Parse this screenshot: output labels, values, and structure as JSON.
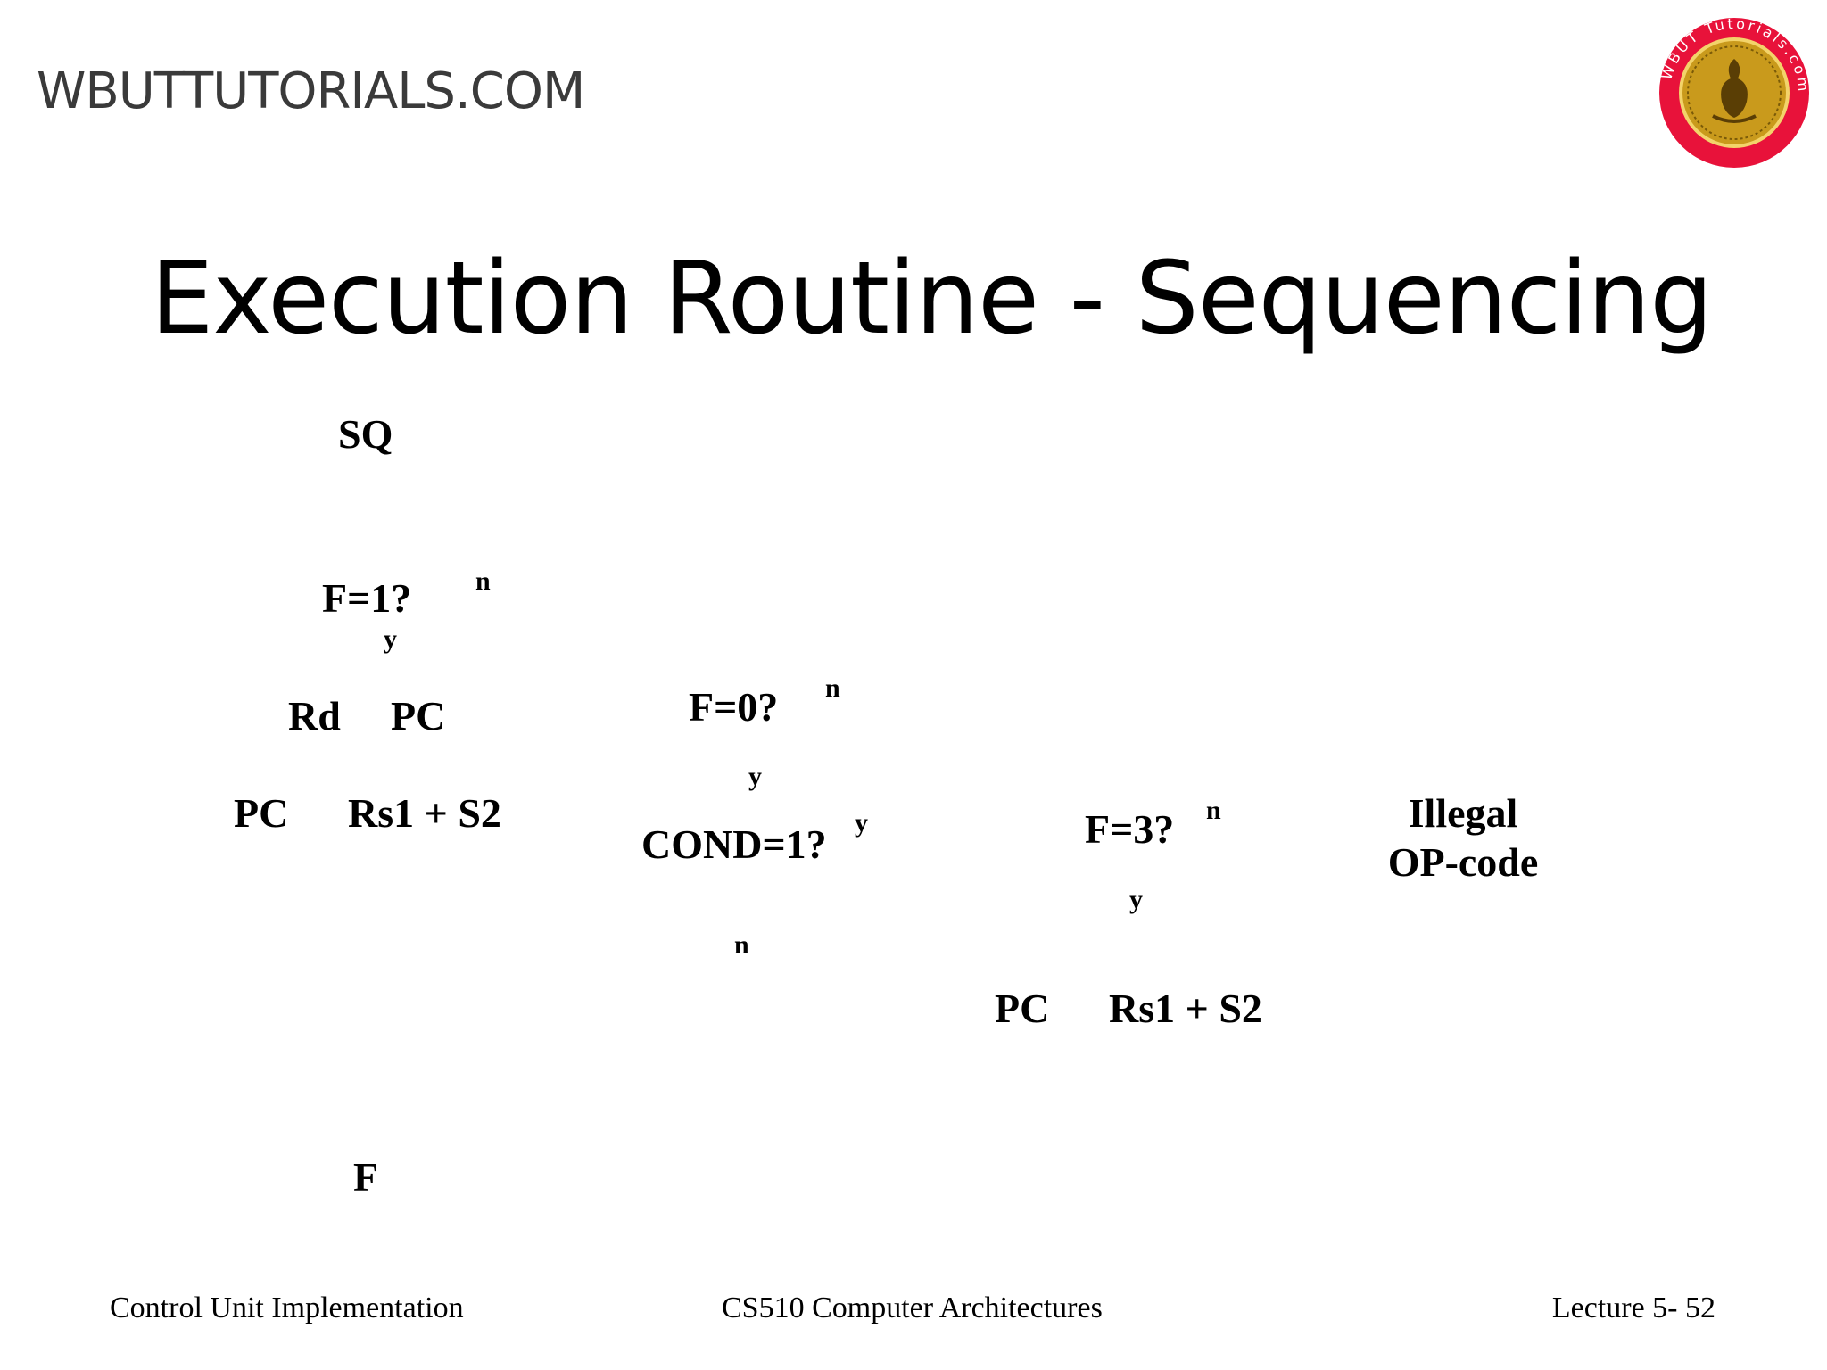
{
  "header": {
    "site_title": "WBUTTUTORIALS.COM",
    "logo_text": "WBUT Tutorials.com"
  },
  "slide": {
    "title": "Execution Routine - Sequencing"
  },
  "diagram": {
    "start": "SQ",
    "decision_f1": "F=1?",
    "f1_no": "n",
    "f1_yes": "y",
    "rd": "Rd",
    "pc_1": "PC",
    "pc_2": "PC",
    "rs1_s2_1": "Rs1 + S2",
    "decision_f0": "F=0?",
    "f0_no": "n",
    "f0_yes": "y",
    "decision_cond": "COND=1?",
    "cond_yes": "y",
    "cond_no": "n",
    "decision_f3": "F=3?",
    "f3_no": "n",
    "f3_yes": "y",
    "pc_3": "PC",
    "rs1_s2_2": "Rs1 + S2",
    "illegal_line1": "Illegal",
    "illegal_line2": "OP-code",
    "end": "F"
  },
  "footer": {
    "left": "Control Unit Implementation",
    "center": "CS510 Computer Architectures",
    "right": "Lecture 5- 52"
  }
}
